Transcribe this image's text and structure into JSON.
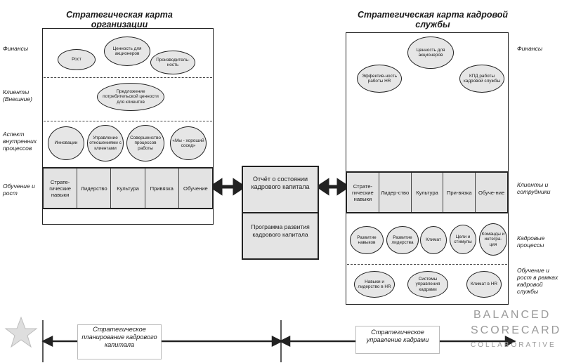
{
  "left_map": {
    "title": "Стратегическая карта организации",
    "perspectives": [
      "Финансы",
      "Клиенты (Внешние)",
      "Аспект внутренних процессов",
      "Обучение и рост"
    ],
    "finance": [
      "Рост",
      "Ценность для акционеров",
      "Производитель-ность"
    ],
    "client": "Предложение потребительской ценности для клиентов",
    "process": [
      "Инновации",
      "Управление отношениями с клиентами",
      "Совершенство процессов работы",
      "«Мы - хороший сосед»"
    ],
    "learning": [
      "Страте-гические навыки",
      "Лидерство",
      "Культура",
      "Привязка",
      "Обучение"
    ]
  },
  "center": {
    "report": "Отчёт о состоянии кадрового капитала",
    "program": "Программа развития кадрового капитала"
  },
  "right_map": {
    "title": "Стратегическая карта кадровой службы",
    "perspectives": [
      "Финансы",
      "Клиенты и сотрудники",
      "Кадровые процессы",
      "Обучение и рост в рамках кадровой службы"
    ],
    "finance": [
      "Ценность для акционеров",
      "Эффектив-ность работы HR",
      "КПД работы кадровой службы"
    ],
    "clients": [
      "Страте-гические навыки",
      "Лидер-ство",
      "Культура",
      "При-вязка",
      "Обуче-ние"
    ],
    "processes": [
      "Развитие навыков",
      "Развитие лидерства",
      "Климат",
      "Цели и стимулы",
      "Команды и интегра-ция"
    ],
    "learning": [
      "Навыки и лидерство в HR",
      "Системы управления кадрами",
      "Климат в HR"
    ]
  },
  "timeline": {
    "left": "Стратегическое планирование кадрового капитала",
    "right": "Стратегическое управление кадрами"
  },
  "brand": {
    "line1": "BALANCED",
    "line2": "SCORECARD",
    "line3": "COLLABORATIVE"
  }
}
